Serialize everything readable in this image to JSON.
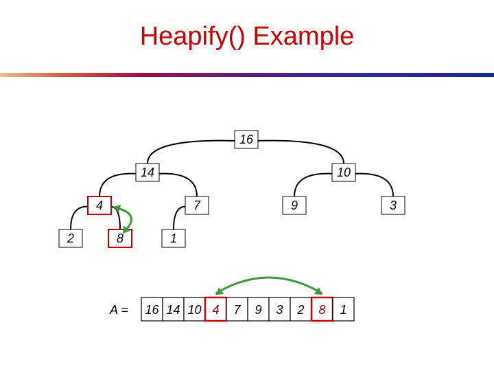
{
  "slide": {
    "title": "Heapify() Example"
  },
  "colors": {
    "title": "#cc0000",
    "node_fill": "#ffffff",
    "node_border": "#000000",
    "highlight_border": "#cc0000",
    "swap_arrow": "#3a9a3a"
  },
  "tree": {
    "nodes": [
      "16",
      "14",
      "10",
      "4",
      "7",
      "9",
      "3",
      "2",
      "8",
      "1"
    ],
    "highlighted": [
      3,
      8
    ]
  },
  "array": {
    "label": "A =",
    "values": [
      "16",
      "14",
      "10",
      "4",
      "7",
      "9",
      "3",
      "2",
      "8",
      "1"
    ],
    "highlighted": [
      3,
      8
    ]
  }
}
